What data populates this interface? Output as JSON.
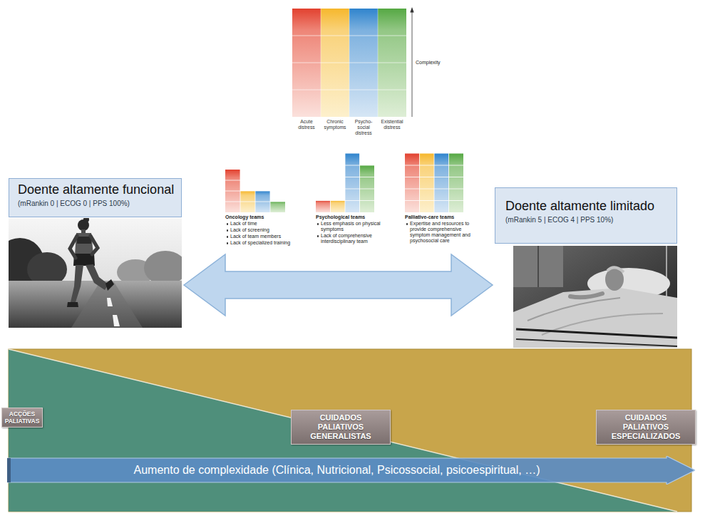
{
  "diagram": {
    "nodes": [
      {
        "text": [
          "Doente altamente funcional",
          "(mRankin 0 | ECOG 0 | PPS 100%)"
        ]
      },
      {
        "text": [
          "Doente altamente limitado",
          "(mRankin 5 | ECOG 4 | PPS 10%)"
        ]
      },
      {
        "text": [
          "ACÇÕES PALIATIVAS"
        ]
      },
      {
        "text": [
          "CUIDADOS PALIATIVOS GENERALISTAS"
        ]
      },
      {
        "text": [
          "CUIDADOS PALIATIVOS ESPECIALIZADOS"
        ]
      },
      {
        "text": [
          "Aumento de complexidade (Clínica, Nutricional, Psicossocial, psicoespiritual, …)"
        ]
      }
    ],
    "edges": [
      {
        "from": 0,
        "to": 1,
        "arrow": "both"
      }
    ],
    "labels": [
      "Complexity",
      "Acute distress",
      "Chronic symptoms",
      "Psycho-social distress",
      "Existential distress",
      "Oncology teams",
      "Lack of time",
      "Lack of screening",
      "Lack of team members",
      "Lack of specialized training",
      "Psychological teams",
      "Less emphasis on physical symptoms",
      "Lack of comprehensive interdisciplinary team",
      "Palliative-care teams",
      "Expertise and resources to provide comprehensive symptom management and psychosocial care"
    ]
  }
}
